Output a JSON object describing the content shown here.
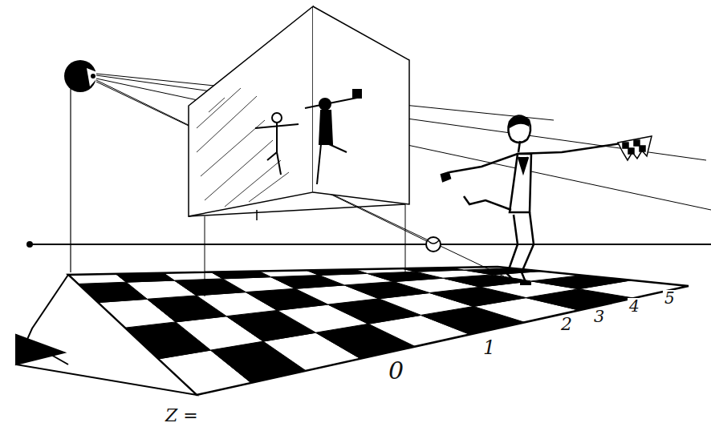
{
  "diagram": {
    "labels": [
      "0",
      "1",
      "2",
      "3",
      "4",
      "5",
      "Z ="
    ]
  }
}
